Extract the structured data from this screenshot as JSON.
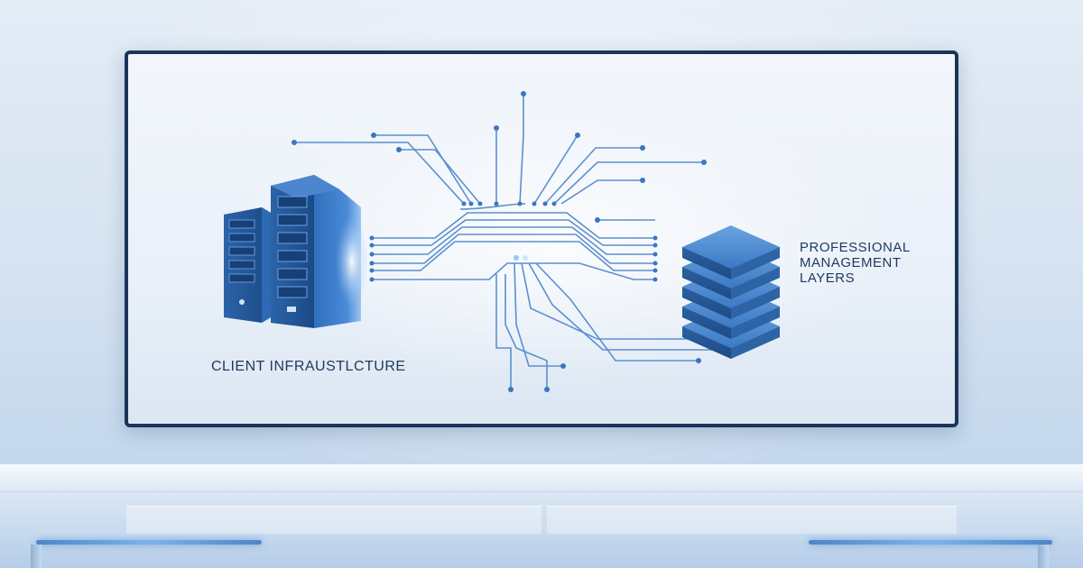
{
  "diagram": {
    "left_label": "CLIENT INFRAUSTLCTURE",
    "right_label_lines": [
      "PROFESSIONAL",
      "MANAGEMENT",
      "LAYERS"
    ]
  },
  "colors": {
    "monitor_frame": "#1b3558",
    "circuit_line": "#5b8fcf",
    "circuit_node": "#3a77c0",
    "server_dark": "#1d4f8f",
    "server_light": "#3d7cc9",
    "stack_layer": "#3f7fca",
    "label_text": "#1f3a5c"
  },
  "icons": [
    "server-rack-small-icon",
    "server-rack-large-icon",
    "layer-stack-icon"
  ]
}
